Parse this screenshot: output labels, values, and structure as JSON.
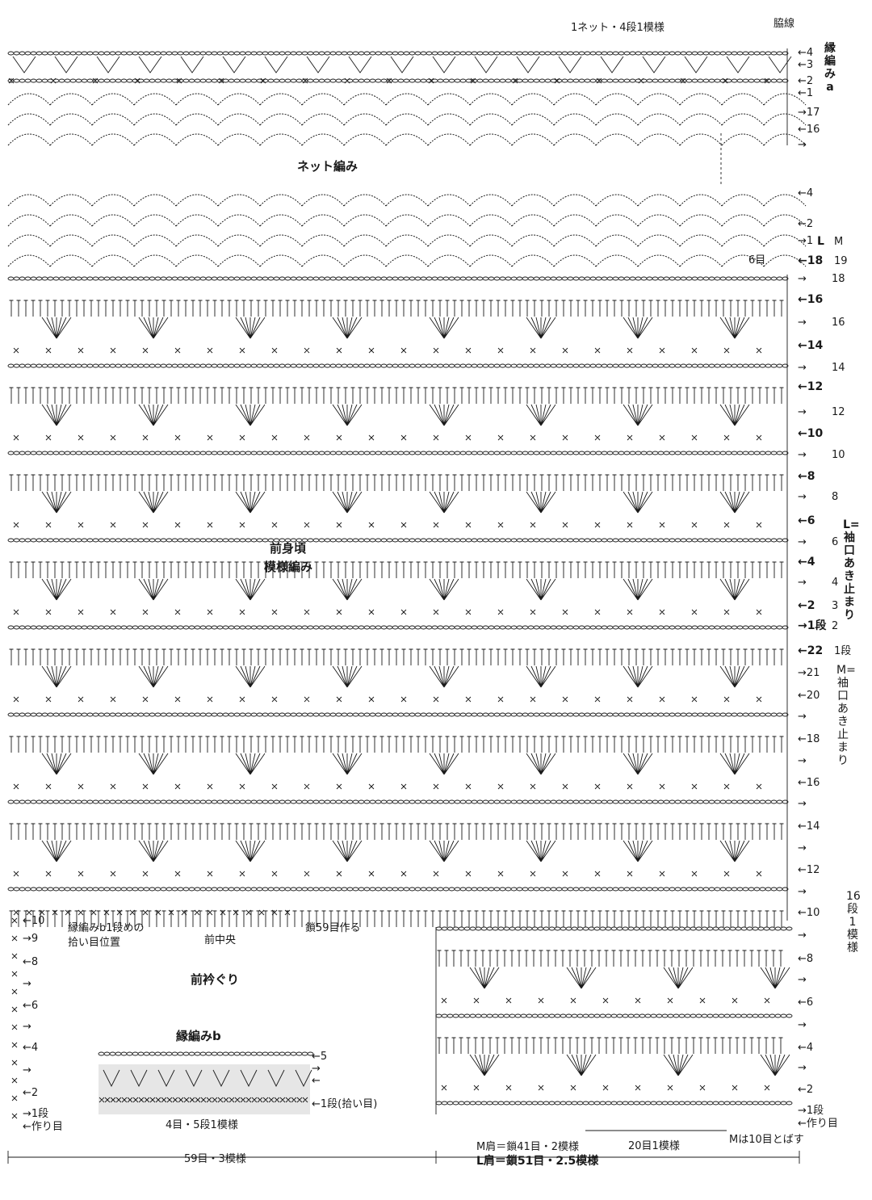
{
  "top": {
    "repeat_note": "1ネット・4段1模様",
    "side_seam": "脇線",
    "edging_a_label": "縁編みa",
    "edging_a_rows": [
      "4",
      "3",
      "2",
      "1"
    ],
    "net_title": "ネット編み",
    "net_rows_upper": [
      "17",
      "16"
    ],
    "net_rows_lower": [
      "4",
      "2",
      "1"
    ],
    "size_labels": {
      "L": "L",
      "M": "M"
    },
    "six_stitches": "6目"
  },
  "body": {
    "title_line1": "前身頃",
    "title_line2": "模様編み",
    "rows_L_left": [
      "18",
      "16",
      "14",
      "12",
      "10",
      "8",
      "6",
      "4",
      "2",
      "1段"
    ],
    "rows_M_right": [
      "19",
      "18",
      "16",
      "14",
      "12",
      "10",
      "8",
      "6",
      "4",
      "3",
      "2",
      "1段"
    ],
    "rows_lower": [
      "22",
      "21",
      "20",
      "18",
      "16",
      "14",
      "12",
      "10",
      "8",
      "6",
      "4",
      "2",
      "1段"
    ],
    "start_chain": "作り目",
    "L_armhole_note": "L=袖口あき止まり",
    "M_armhole_note": "M=袖口あき止まり",
    "repeat_16": "16段1模様"
  },
  "neckline": {
    "title": "前衿ぐり",
    "pickup_note_line1": "縁編みb1段めの",
    "pickup_note_line2": "拾い目位置",
    "center_front": "前中央",
    "chain_note": "鎖59目作る",
    "left_rows": [
      "10",
      "9",
      "8",
      "6",
      "4",
      "2",
      "1段"
    ],
    "start_chain": "作り目"
  },
  "edging_b": {
    "title": "縁編みb",
    "rows": [
      "5",
      "1段(拾い目)"
    ],
    "repeat_note": "4目・5段1模様"
  },
  "bottom": {
    "width_59": "59目・3模様",
    "m_shoulder": "M肩＝鎖41目・2模様",
    "l_shoulder": "L肩＝鎖51目・2.5模様",
    "twenty_stitch_repeat": "20目1模様",
    "m_skip": "Mは10目とばす"
  },
  "colors": {
    "ink": "#1a1a1a",
    "shade": "#e6e6e6",
    "background": "#ffffff"
  }
}
